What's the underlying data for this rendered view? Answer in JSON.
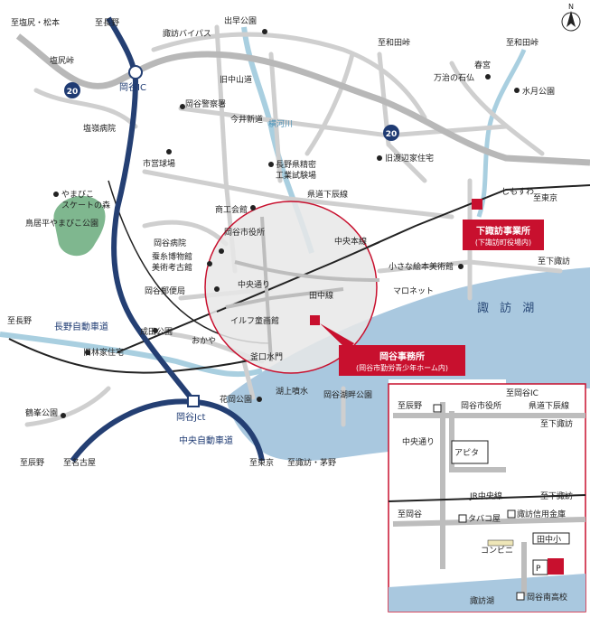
{
  "labels": {
    "to_shiojiri_matsumoto": "至塩尻・松本",
    "to_naganoA": "至長野",
    "suwa_bypass": "諏訪バイパス",
    "demizu_park": "出早公園",
    "to_wadatoge1": "至和田峠",
    "to_wadatoge2": "至和田峠",
    "shiojiri_toge": "塩\n尻\n峠",
    "okaya_ic": "岡谷IC",
    "kyu_nakasendo": "旧中山道",
    "kasuga": "春宮",
    "manji": "万治の石仏",
    "mizutsuki": "水月公園",
    "police": "岡谷警察署",
    "imai_shindo": "今\n井\n新\n道",
    "yokokawa": "横河川",
    "enrei_hospital": "塩嶺病院",
    "shiei_stadium": "市営球場",
    "seimitsu": "長野県精密\n工業試験場",
    "kyu_watanabe": "旧渡辺家住宅",
    "yamabiko_skate": "やまびこ\nスケートの森",
    "toriibira": "鳥居平やまびこ公園",
    "kendo_shimo": "県道下辰線",
    "shimosuwa": "しもすわ",
    "to_tokyo1": "至東京",
    "shoko": "商工会館",
    "city_hall": "岡谷市役所",
    "okaya_hospital": "岡谷病院",
    "silk_museum": "蚕糸博物館\n美術考古館",
    "post_office": "岡谷郵便局",
    "chuo_main_line": "中央本線",
    "shimosuwa_office": "下諏訪事業所",
    "shimosuwa_office_sub": "(下諏訪町役場内)",
    "chiisana_ehon": "小さな絵本美術館",
    "to_shimosuwa1": "至下諏訪",
    "tanaka_line": "田中線",
    "marunet": "マロネット",
    "suwako": "諏 訪 湖",
    "to_naganoB": "至長野",
    "nagano_expwy": "長野自動車道",
    "seida_park": "成田公園",
    "ilf_mall": "イルフ童画館",
    "chuo_dori": "中央通り",
    "okaya_office": "岡谷事務所",
    "okaya_office_sub": "(岡谷市勤労青少年ホーム内)",
    "kyu_hayashi": "旧林家住宅",
    "okaya_jct": "岡谷Jct",
    "kamaguchi": "釜口水門",
    "kohan_park": "岡谷湖畔公園",
    "hanaoka": "花岡公園",
    "kojo_fukisui": "湖上噴水",
    "tsuruminei": "鶴峯公園",
    "chuo_expwy": "中央自動車道",
    "to_tatsuno": "至辰野",
    "to_nagoya": "至名古屋",
    "to_tokyo2": "至東京",
    "to_suwa_chino": "至諏訪・茅野",
    "okaya_label": "おかや",
    "r20a": "20",
    "r20b": "20"
  },
  "inset": {
    "to_okaya_ic": "至岡谷IC",
    "to_tatsuno": "至辰野",
    "city_hall": "岡谷市役所",
    "kendo_shimo": "県道下辰線",
    "to_shimosuwa1": "至下諏訪",
    "chuo_dori": "中央通り",
    "apita": "アピタ",
    "jr_chuo": "JR中央線",
    "to_shimosuwa2": "至下諏訪",
    "to_okaya": "至岡谷",
    "tabakoya": "タバコ屋",
    "suwa_shinkin": "諏訪信用金庫",
    "conveni": "コンビニ",
    "tanaka_sho": "田中小",
    "p": "P",
    "suwako": "諏訪湖",
    "minami_koko": "岡谷南高校"
  },
  "colors": {
    "lake": "#a9c8df",
    "river": "#a9cfe0",
    "circle_fill": "#e7e7e7",
    "circle_stroke": "#c8102e",
    "expressway": "#243f73",
    "road": "#d0d0d0",
    "park": "#7fb78f",
    "office_red": "#c8102e"
  }
}
